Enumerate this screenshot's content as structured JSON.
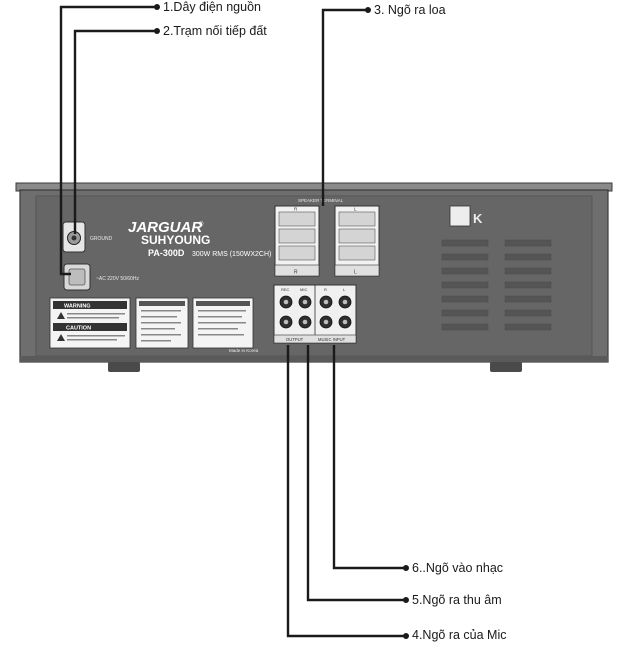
{
  "callouts": {
    "power_cord": "1.Dây điện nguồn",
    "ground": "2.Trạm nối tiếp đất",
    "speaker_out": "3. Ngõ ra loa",
    "mic_out": "4.Ngõ ra của Mic",
    "rec_out": "5.Ngõ ra thu âm",
    "music_in": "6..Ngõ vào nhạc"
  },
  "device": {
    "brand": "JARGUAR",
    "registered": "®",
    "maker": "SUHYOUNG",
    "model": "PA-300D",
    "power_rating": "300W RMS (150WX2CH)",
    "ground_label": "GROUND",
    "ac_label": "~AC 220V 50/60Hz",
    "speaker_terminal": "SPEAKER TERMINAL",
    "terminal_left": "R",
    "terminal_right": "L",
    "warning": "WARNING",
    "caution": "CAUTION",
    "output_label": "OUTPUT",
    "music_input_label": "MUSIC INPUT",
    "made_in": "Made in Korea",
    "jack_rec": "REC",
    "jack_mic": "MIC",
    "jack_r": "R",
    "jack_l": "L"
  },
  "colors": {
    "panel": "#6e6e6e",
    "panel_dark": "#4a4a4a",
    "panel_edge": "#3a3a3a",
    "leader_line": "#1a1a1a"
  }
}
